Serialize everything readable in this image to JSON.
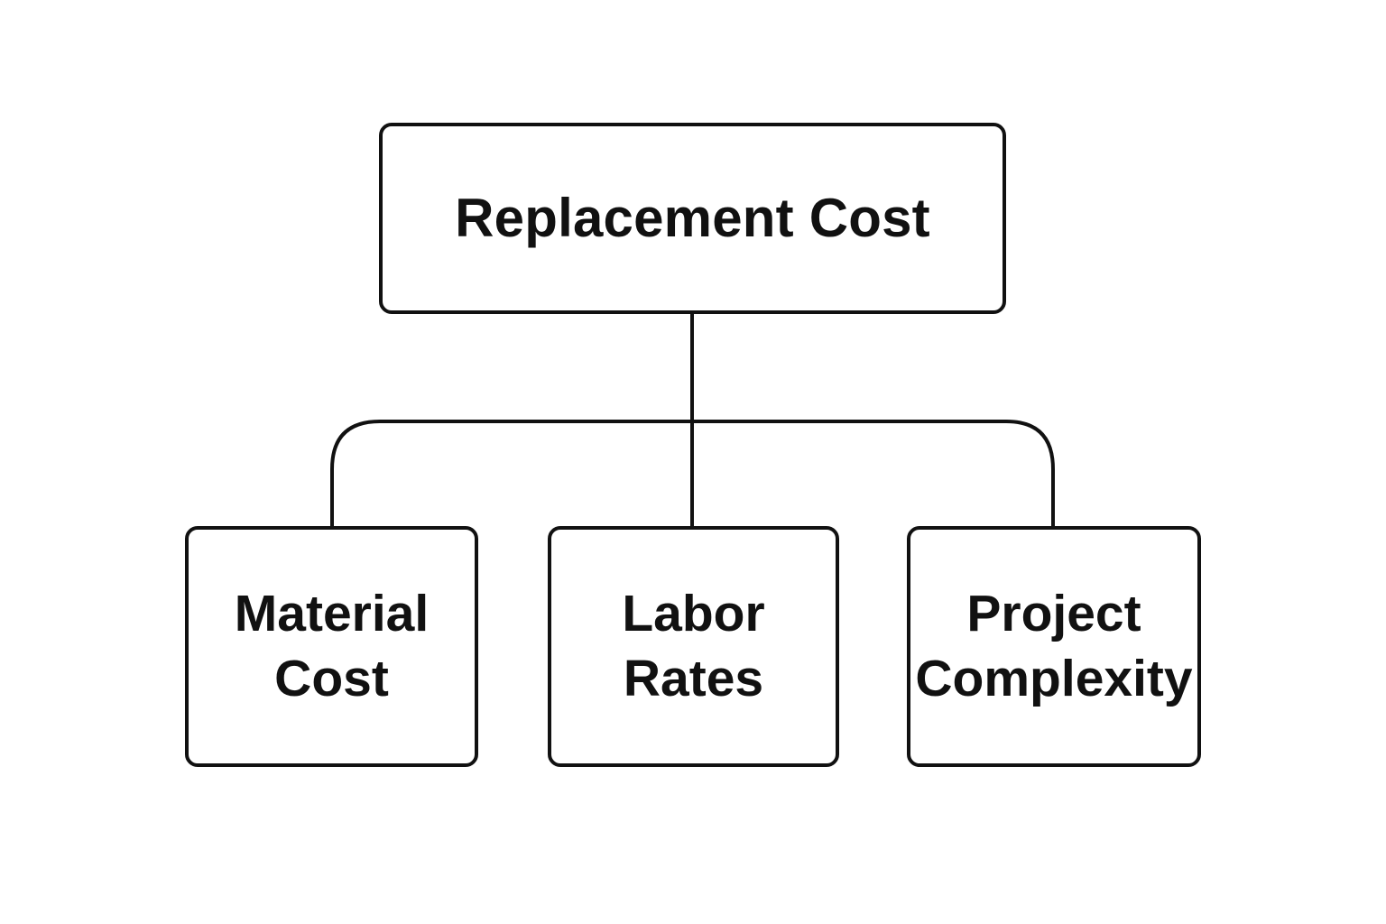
{
  "diagram": {
    "root": {
      "label": "Replacement Cost"
    },
    "children": [
      {
        "label": "Material\nCost"
      },
      {
        "label": "Labor\nRates"
      },
      {
        "label": "Project\nComplexity"
      }
    ],
    "stroke_color": "#111111",
    "background_color": "#ffffff"
  }
}
